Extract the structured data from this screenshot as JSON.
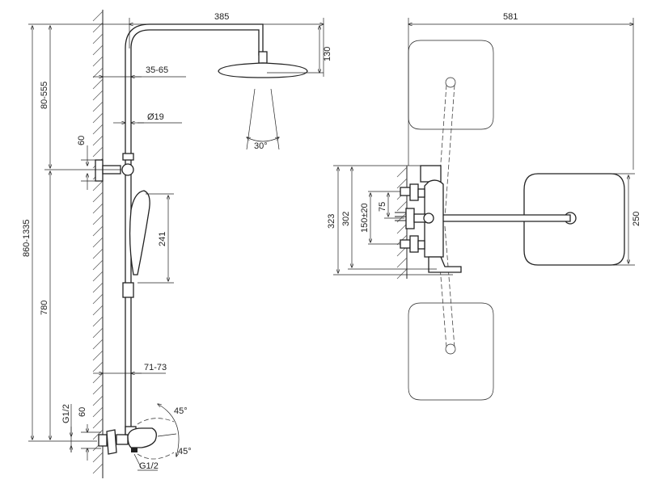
{
  "side_view": {
    "dims": {
      "arm_length": "385",
      "head_height": "130",
      "wall_to_pipe_top": "35-65",
      "pipe_diameter": "Ø19",
      "spray_angle": "30°",
      "holder_range": "80-555",
      "holder_height": "60",
      "total_height": "860-1335",
      "hand_shower_length": "241",
      "riser_height": "780",
      "wall_to_pipe_bottom": "71-73",
      "inlet_thread": "G1/2",
      "inlet_height": "60",
      "rotation_up": "45°",
      "rotation_down": "45°",
      "outlet_thread": "G1/2"
    }
  },
  "top_view": {
    "dims": {
      "width": "581",
      "total_depth": "323",
      "mixer_depth": "302",
      "inlet_spacing": "150±20",
      "half_spacing": "75",
      "head_size": "250"
    }
  }
}
